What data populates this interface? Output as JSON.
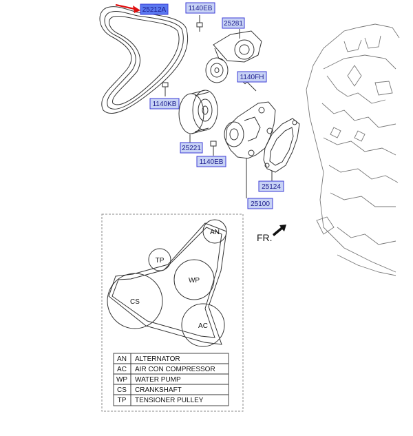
{
  "colors": {
    "callout_fill": "#c8d3f5",
    "callout_border": "#3b3bd6",
    "callout_text": "#1a1a8c",
    "highlight_fill": "#5b78f0",
    "arrow_red": "#e01010"
  },
  "parts": {
    "p25212a": "25212A",
    "p1140eb_top": "1140EB",
    "p25281": "25281",
    "p1140fh": "1140FH",
    "p1140kb": "1140KB",
    "p25221": "25221",
    "p1140eb_bottom": "1140EB",
    "p25124": "25124",
    "p25100": "25100"
  },
  "direction_label": "FR.",
  "pulleys": {
    "an": "AN",
    "tp": "TP",
    "wp": "WP",
    "cs": "CS",
    "ac": "AC"
  },
  "legend": [
    {
      "code": "AN",
      "name": "ALTERNATOR"
    },
    {
      "code": "AC",
      "name": "AIR CON COMPRESSOR"
    },
    {
      "code": "WP",
      "name": "WATER PUMP"
    },
    {
      "code": "CS",
      "name": "CRANKSHAFT"
    },
    {
      "code": "TP",
      "name": "TENSIONER PULLEY"
    }
  ]
}
